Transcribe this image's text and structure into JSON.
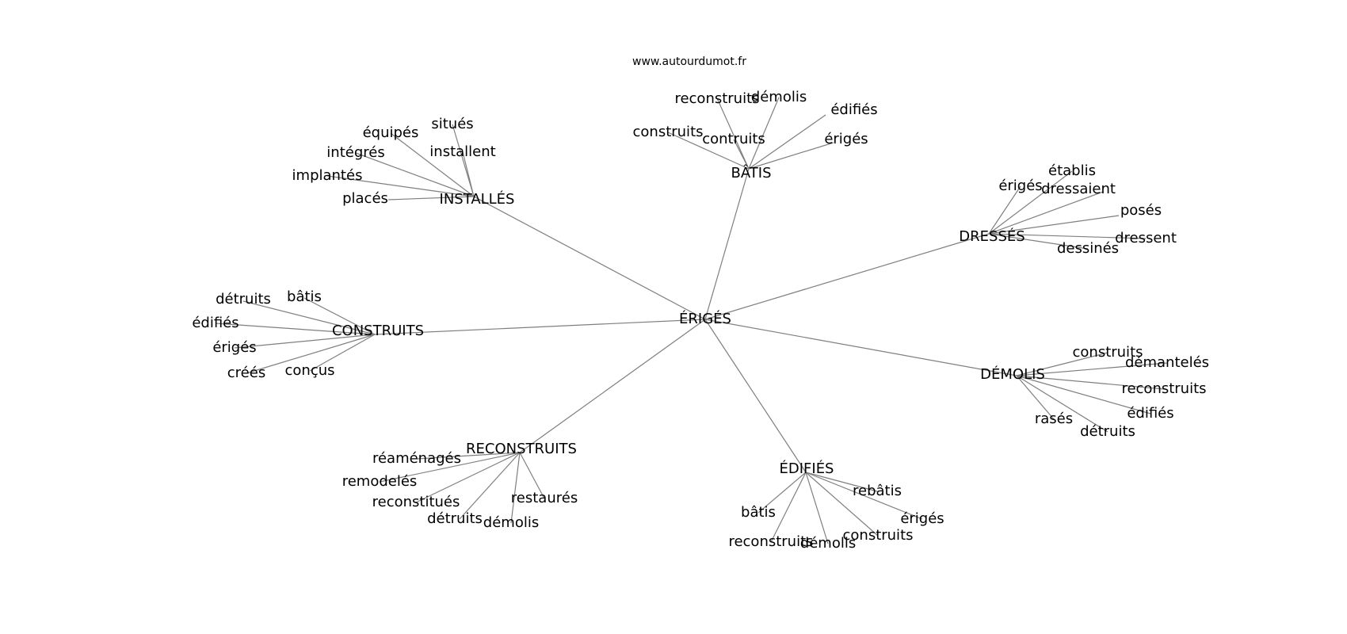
{
  "source": "www.autourdumot.fr",
  "graph": {
    "center": "ÉRIGÉS",
    "clusters": [
      {
        "hub": "BÂTIS",
        "leaves": [
          "reconstruits",
          "démolis",
          "édifiés",
          "construits",
          "contruits",
          "érigés"
        ]
      },
      {
        "hub": "INSTALLÉS",
        "leaves": [
          "situés",
          "équipés",
          "intégrés",
          "installent",
          "implantés",
          "placés"
        ]
      },
      {
        "hub": "DRESSÉS",
        "leaves": [
          "érigés",
          "établis",
          "dressaient",
          "posés",
          "dressent",
          "dessinés"
        ]
      },
      {
        "hub": "CONSTRUITS",
        "leaves": [
          "détruits",
          "bâtis",
          "édifiés",
          "érigés",
          "créés",
          "conçus"
        ]
      },
      {
        "hub": "DÉMOLIS",
        "leaves": [
          "construits",
          "démantelés",
          "reconstruits",
          "édifiés",
          "rasés",
          "détruits"
        ]
      },
      {
        "hub": "RECONSTRUITS",
        "leaves": [
          "réaménagés",
          "remodelés",
          "reconstitués",
          "détruits",
          "démolis",
          "restaurés"
        ]
      },
      {
        "hub": "ÉDIFIÉS",
        "leaves": [
          "rebâtis",
          "érigés",
          "bâtis",
          "reconstruits",
          "démolis",
          "construits"
        ]
      }
    ]
  }
}
